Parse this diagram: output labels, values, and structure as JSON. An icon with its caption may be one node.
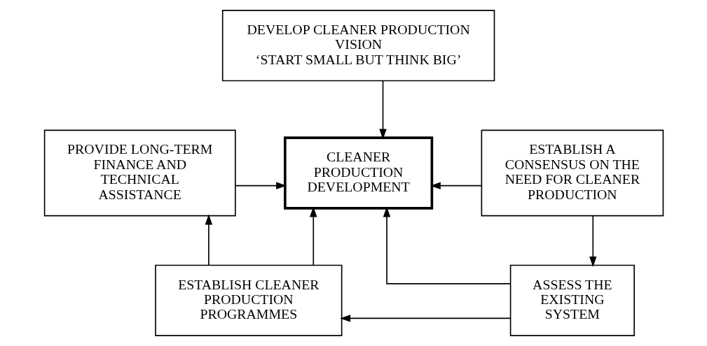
{
  "diagram": {
    "nodes": [
      {
        "text": [
          "DEVELOP CLEANER PRODUCTION VISION",
          "‘START SMALL BUT THINK BIG’"
        ]
      },
      {
        "text": [
          "PROVIDE LONG-TERM FINANCE AND TECHNICAL ASSISTANCE"
        ]
      },
      {
        "text": [
          "CLEANER PRODUCTION DEVELOPMENT"
        ]
      },
      {
        "text": [
          "ESTABLISH A CONSENSUS ON THE NEED FOR CLEANER PRODUCTION"
        ]
      },
      {
        "text": [
          "ESTABLISH CLEANER PRODUCTION PROGRAMMES"
        ]
      },
      {
        "text": [
          "ASSESS THE EXISTING SYSTEM"
        ]
      }
    ],
    "edges": [
      {
        "from": 0,
        "to": 2,
        "arrow": "to"
      },
      {
        "from": 1,
        "to": 2,
        "arrow": "to"
      },
      {
        "from": 3,
        "to": 2,
        "arrow": "to"
      },
      {
        "from": 3,
        "to": 5,
        "arrow": "to"
      },
      {
        "from": 4,
        "to": 2,
        "arrow": "to"
      },
      {
        "from": 4,
        "to": 1,
        "arrow": "to"
      },
      {
        "from": 5,
        "to": 2,
        "arrow": "to"
      },
      {
        "from": 5,
        "to": 4,
        "arrow": "to"
      }
    ]
  }
}
